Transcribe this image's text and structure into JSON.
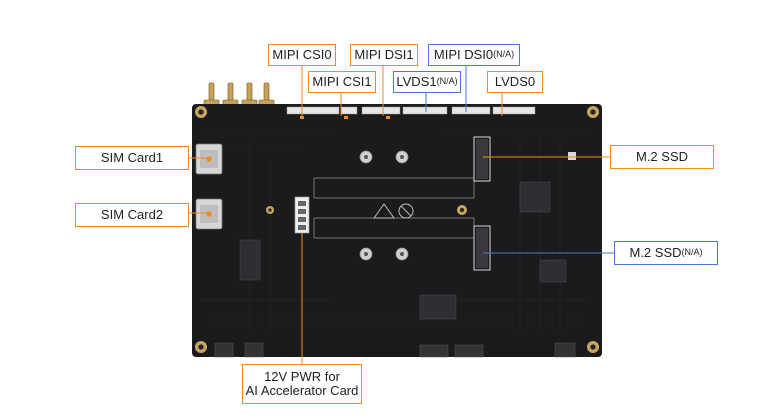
{
  "labels": {
    "mipi_csi0": "MIPI CSI0",
    "mipi_csi1": "MIPI CSI1",
    "mipi_dsi1": "MIPI DSI1",
    "mipi_dsi0": "MIPI DSI0",
    "mipi_dsi0_suffix": "(N/A)",
    "lvds1": "LVDS1",
    "lvds1_suffix": "(N/A)",
    "lvds0": "LVDS0",
    "sim_card1": "SIM Card1",
    "sim_card2": "SIM Card2",
    "m2_ssd": "M.2 SSD",
    "m2_ssd_na": "M.2 SSD",
    "m2_ssd_na_suffix": "(N/A)",
    "pwr_line1": "12V PWR for",
    "pwr_line2": "AI Accelerator Card"
  },
  "colors": {
    "orange": "#f08a24",
    "blue": "#4a7bd0",
    "board": "#1b1b1d"
  }
}
